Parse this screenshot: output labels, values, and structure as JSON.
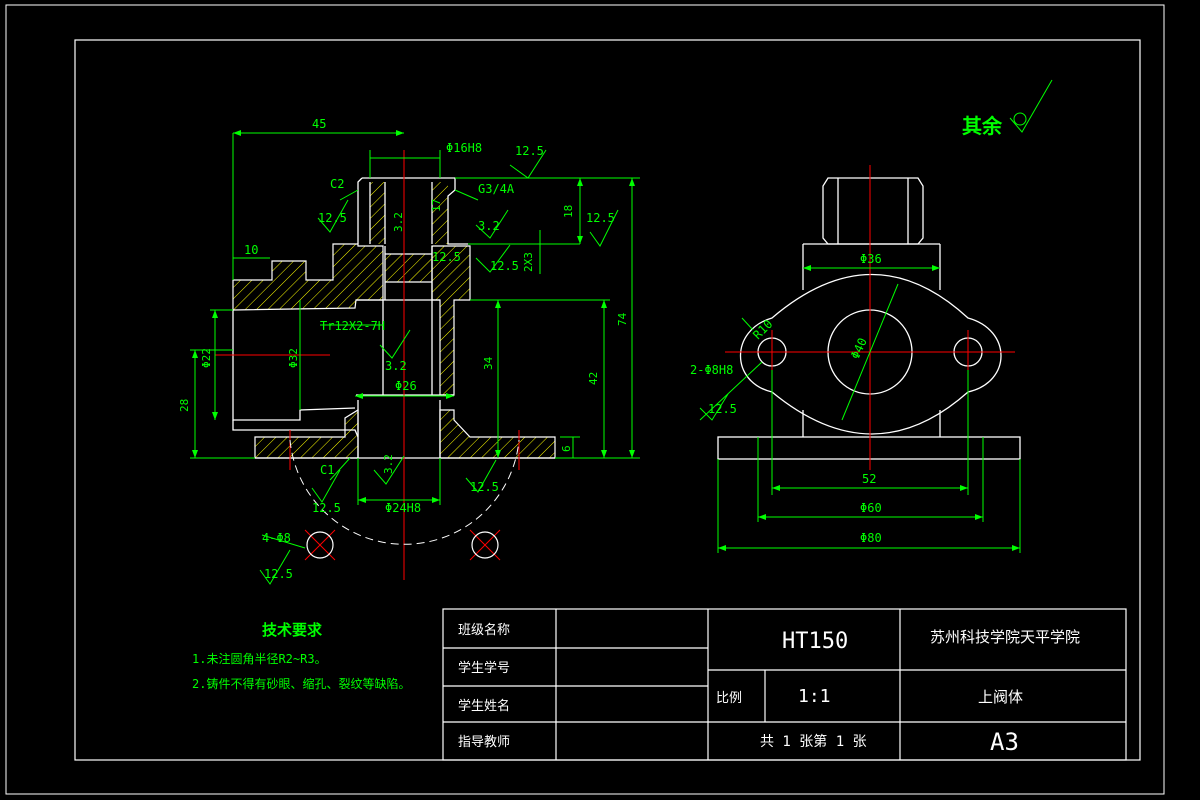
{
  "drawing": {
    "finish_note": "其余",
    "tech_title": "技术要求",
    "tech_items": [
      "1.未注圆角半径R2~R3。",
      "2.铸件不得有砂眼、缩孔、裂纹等缺陷。"
    ]
  },
  "dimensions": {
    "d45": "45",
    "d10": "10",
    "d16h8": "Φ16H8",
    "c2": "C2",
    "g34a": "G3/4A",
    "r125a": "12.5",
    "r125b": "12.5",
    "r125c": "12.5",
    "r125d": "12.5",
    "r125e": "12.5",
    "r125f": "12.5",
    "r125g": "12.5",
    "r125h": "12.5",
    "r125i": "12.5",
    "r32a": "3.2",
    "r32b": "3.2",
    "r32c": "3.2",
    "r32d": "3.2",
    "d17": "17",
    "d18": "18",
    "d2x3": "2X3",
    "d74": "74",
    "tr": "Tr12X2-7H",
    "d22": "Φ22",
    "d32": "Φ32",
    "d34": "34",
    "d42": "42",
    "d26": "Φ26",
    "d28": "28",
    "d6": "6",
    "c1": "C1",
    "d24h8": "Φ24H8",
    "d4phi8": "4-Φ8",
    "d36": "Φ36",
    "d40": "Φ40",
    "r10": "R10",
    "d2phi8": "2-Φ8H8",
    "d52": "52",
    "d60": "Φ60",
    "d80": "Φ80"
  },
  "title_block": {
    "class_label": "班级名称",
    "student_id_label": "学生学号",
    "student_name_label": "学生姓名",
    "advisor_label": "指导教师",
    "material": "HT150",
    "school": "苏州科技学院天平学院",
    "scale_label": "比例",
    "scale_value": "1:1",
    "part_name": "上阀体",
    "sheet_info": "共 1  张第 1  张",
    "paper": "A3"
  }
}
